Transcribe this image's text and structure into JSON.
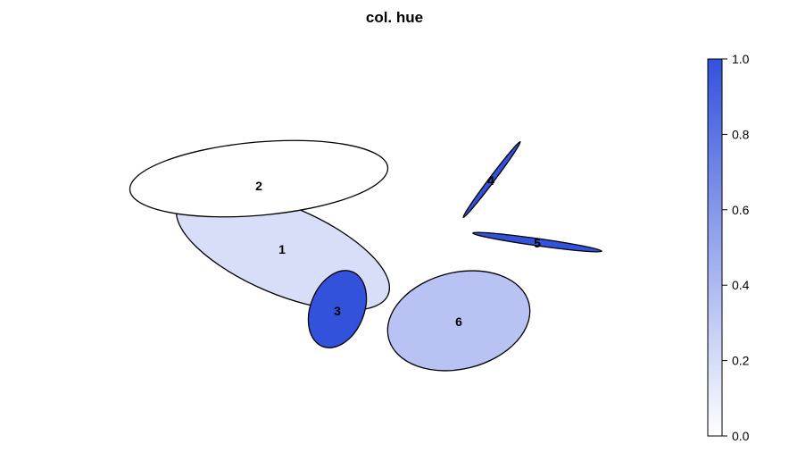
{
  "chart_data": {
    "type": "ellipse",
    "title": "col. hue",
    "colors": {
      "low": "#ffffff",
      "high": "#3352dc",
      "stroke": "#000000"
    },
    "ellipses": [
      {
        "label": "1",
        "value": 0.19
      },
      {
        "label": "2",
        "value": 0.0
      },
      {
        "label": "3",
        "value": 1.0
      },
      {
        "label": "4",
        "value": 1.0
      },
      {
        "label": "5",
        "value": 1.0
      },
      {
        "label": "6",
        "value": 0.35
      }
    ],
    "colorbar": {
      "range": [
        0.0,
        1.0
      ],
      "ticks": [
        "0.0",
        "0.2",
        "0.4",
        "0.6",
        "0.8",
        "1.0"
      ]
    }
  }
}
